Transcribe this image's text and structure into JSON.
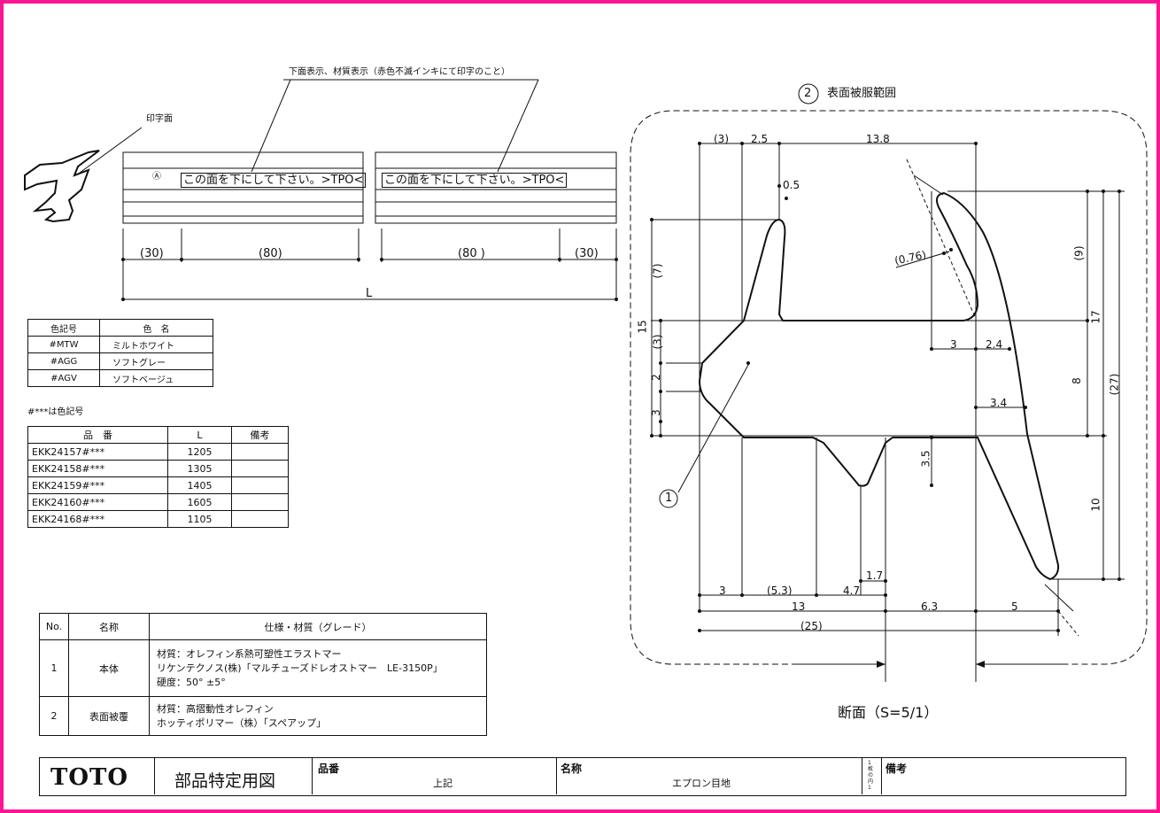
{
  "top_drawing": {
    "note_top": "下面表示、材質表示（赤色不滅インキにて印字のこと）",
    "print_face_label": "印字面",
    "strip_text": "この面を下にして下さい。>TPO<",
    "strip_small_mark": "Ⓐ",
    "dims": [
      "(30)",
      "(80)",
      "(80 )",
      "(30)"
    ],
    "length_label": "L"
  },
  "color_table": {
    "headers": [
      "色記号",
      "色　名"
    ],
    "rows": [
      [
        "#MTW",
        "ミルトホワイト"
      ],
      [
        "#AGG",
        "ソフトグレー"
      ],
      [
        "#AGV",
        "ソフトベージュ"
      ]
    ],
    "note": "#***は色記号"
  },
  "part_table": {
    "headers": [
      "品　番",
      "L",
      "備考"
    ],
    "rows": [
      [
        "EKK24157#***",
        "1205",
        ""
      ],
      [
        "EKK24158#***",
        "1305",
        ""
      ],
      [
        "EKK24159#***",
        "1405",
        ""
      ],
      [
        "EKK24160#***",
        "1605",
        ""
      ],
      [
        "EKK24168#***",
        "1105",
        ""
      ]
    ]
  },
  "spec_table": {
    "headers": [
      "No.",
      "名称",
      "仕様・材質（グレード）"
    ],
    "rows": [
      {
        "no": "1",
        "name": "本体",
        "lines": [
          "材質：オレフィン系熱可塑性エラストマー",
          "リケンテクノス(株)「マルチューズドレオストマー　LE-3150P」",
          "硬度：50° ±5°"
        ]
      },
      {
        "no": "2",
        "name": "表面被覆",
        "lines": [
          "材質：高摺動性オレフィン",
          "ホッティポリマー（株）「スペアップ」"
        ]
      }
    ]
  },
  "section": {
    "coating_label": "表面被服範囲",
    "coating_mark": "2",
    "body_mark": "1",
    "title": "断面（S=5/1）",
    "dims": {
      "d_3_top": "(3)",
      "d_2_5": "2.5",
      "d_13_8": "13.8",
      "d_0_5": "0.5",
      "d_0_76": "(0.76)",
      "d_7": "(7)",
      "d_15": "15",
      "d_3_left": "(3)",
      "d_2": "2",
      "d_3_low": "3",
      "d_9": "(9)",
      "d_17": "17",
      "d_8": "8",
      "d_27": "(27)",
      "d_10": "10",
      "d_3_mid": "3",
      "d_2_4": "2.4",
      "d_3_4": "3.4",
      "d_3_5": "3.5",
      "d_1_7": "1.7",
      "d_3_bot": "3",
      "d_5_3": "(5.3)",
      "d_4_7": "4.7",
      "d_13": "13",
      "d_6_3": "6.3",
      "d_5": "5",
      "d_25": "(25)"
    }
  },
  "title_block": {
    "logo": "TOTO",
    "drawing_type": "部品特定用図",
    "part_no_label": "品番",
    "part_no_value": "上記",
    "name_label": "名称",
    "name_value": "エプロン目地",
    "sheet_mark": "1枚の内1",
    "remarks_label": "備考"
  }
}
